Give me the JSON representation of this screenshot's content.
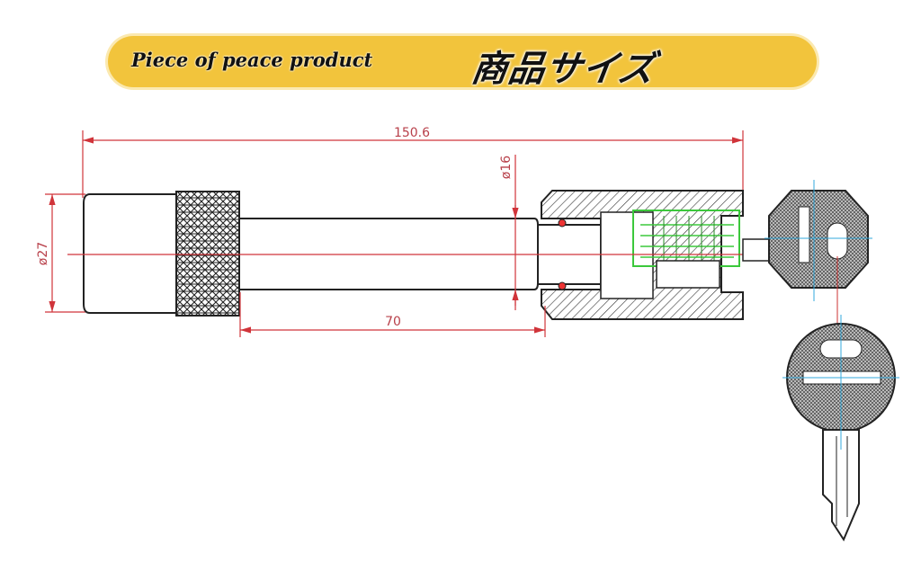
{
  "header": {
    "brand": "Piece of peace product",
    "title": "商品サイズ",
    "background_color": "#f2c43c"
  },
  "dimensions": {
    "overall_length": "150.6",
    "cap_diameter": "ø27",
    "pin_diameter": "ø16",
    "pin_length": "70"
  },
  "colors": {
    "dimension_line": "#d0343a",
    "highlight": "#3cc83c"
  }
}
